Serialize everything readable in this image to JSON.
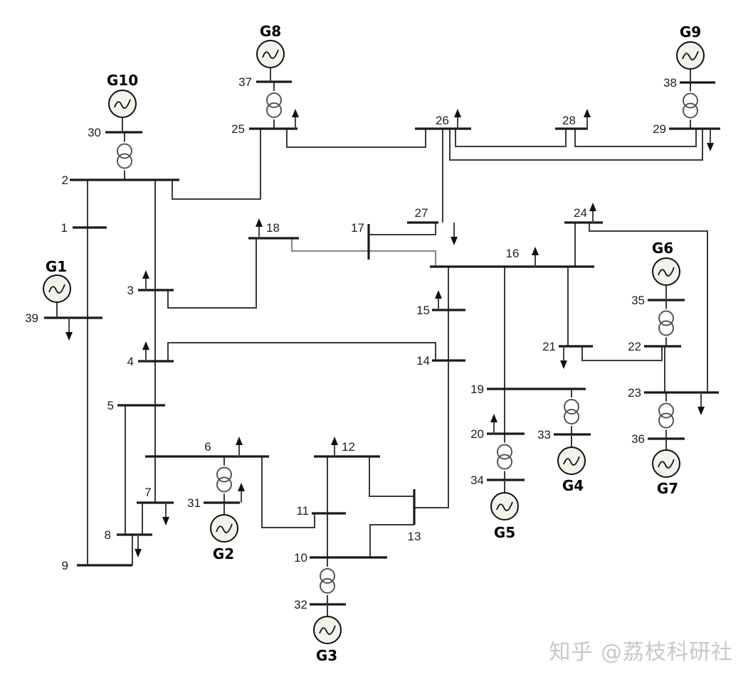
{
  "title": "IEEE 39-bus test system",
  "buses": [
    "1",
    "2",
    "3",
    "4",
    "5",
    "6",
    "7",
    "8",
    "9",
    "10",
    "11",
    "12",
    "13",
    "14",
    "15",
    "16",
    "17",
    "18",
    "19",
    "20",
    "21",
    "22",
    "23",
    "24",
    "25",
    "26",
    "27",
    "28",
    "29",
    "30",
    "31",
    "32",
    "33",
    "34",
    "35",
    "36",
    "37",
    "38",
    "39"
  ],
  "generators": [
    {
      "name": "G1",
      "bus": "39"
    },
    {
      "name": "G2",
      "bus": "31"
    },
    {
      "name": "G3",
      "bus": "32"
    },
    {
      "name": "G4",
      "bus": "33"
    },
    {
      "name": "G5",
      "bus": "34"
    },
    {
      "name": "G6",
      "bus": "35"
    },
    {
      "name": "G7",
      "bus": "36"
    },
    {
      "name": "G8",
      "bus": "37"
    },
    {
      "name": "G9",
      "bus": "38"
    },
    {
      "name": "G10",
      "bus": "30"
    }
  ],
  "transformers": [
    [
      "30",
      "2"
    ],
    [
      "37",
      "25"
    ],
    [
      "38",
      "29"
    ],
    [
      "31",
      "6"
    ],
    [
      "32",
      "10"
    ],
    [
      "33",
      "19"
    ],
    [
      "34",
      "20"
    ],
    [
      "35",
      "22"
    ],
    [
      "36",
      "23"
    ],
    [
      "12",
      "11"
    ],
    [
      "12",
      "13"
    ]
  ],
  "lines": [
    [
      "1",
      "2"
    ],
    [
      "1",
      "39"
    ],
    [
      "2",
      "3"
    ],
    [
      "2",
      "25"
    ],
    [
      "3",
      "4"
    ],
    [
      "3",
      "18"
    ],
    [
      "4",
      "5"
    ],
    [
      "4",
      "14"
    ],
    [
      "5",
      "6"
    ],
    [
      "5",
      "8"
    ],
    [
      "6",
      "7"
    ],
    [
      "6",
      "11"
    ],
    [
      "7",
      "8"
    ],
    [
      "8",
      "9"
    ],
    [
      "9",
      "39"
    ],
    [
      "10",
      "11"
    ],
    [
      "10",
      "13"
    ],
    [
      "13",
      "14"
    ],
    [
      "14",
      "15"
    ],
    [
      "15",
      "16"
    ],
    [
      "16",
      "17"
    ],
    [
      "16",
      "19"
    ],
    [
      "16",
      "21"
    ],
    [
      "16",
      "24"
    ],
    [
      "17",
      "18"
    ],
    [
      "17",
      "27"
    ],
    [
      "19",
      "20"
    ],
    [
      "21",
      "22"
    ],
    [
      "22",
      "23"
    ],
    [
      "23",
      "24"
    ],
    [
      "25",
      "26"
    ],
    [
      "26",
      "27"
    ],
    [
      "26",
      "28"
    ],
    [
      "26",
      "29"
    ],
    [
      "28",
      "29"
    ]
  ],
  "loads": [
    "3",
    "4",
    "6",
    "7",
    "8",
    "12",
    "15",
    "16",
    "18",
    "20",
    "21",
    "23",
    "24",
    "25",
    "26",
    "27",
    "28",
    "29",
    "31",
    "39"
  ],
  "watermark": "知乎 @荔枝科研社"
}
